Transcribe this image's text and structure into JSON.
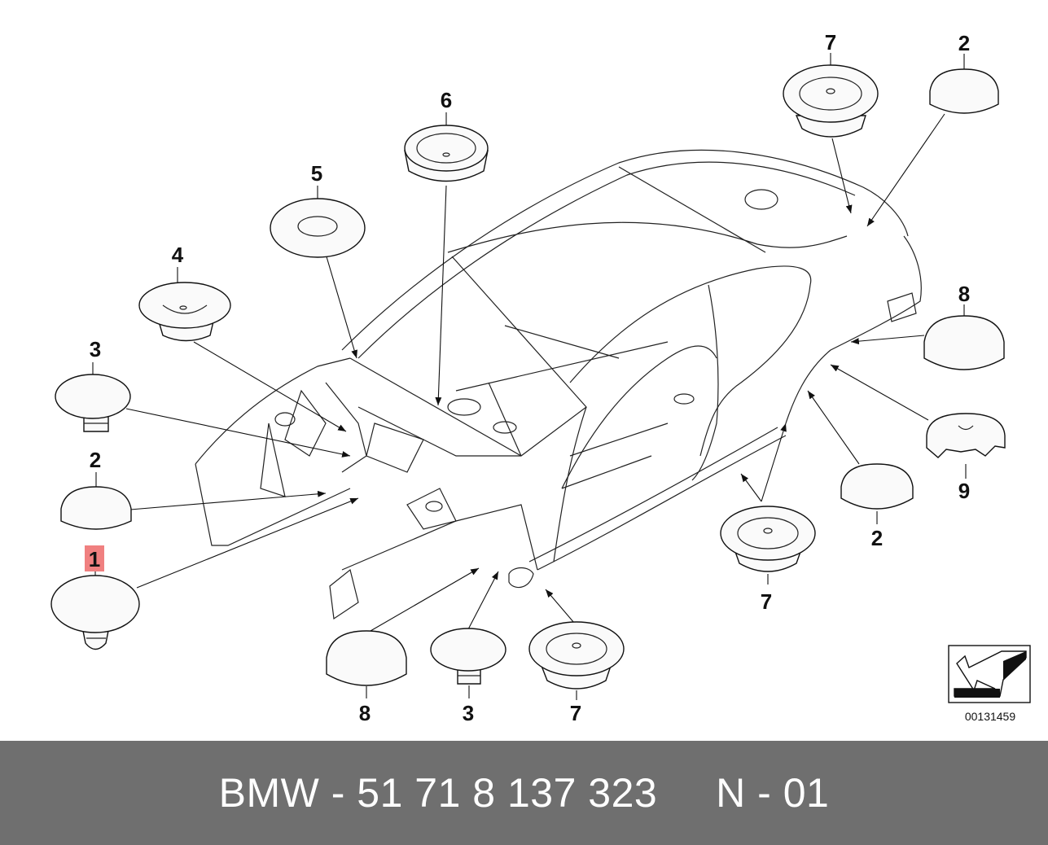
{
  "diagram": {
    "callouts": {
      "c1": "1",
      "c2a": "2",
      "c2b": "2",
      "c2c": "2",
      "c3a": "3",
      "c3b": "3",
      "c4": "4",
      "c5": "5",
      "c6": "6",
      "c7a": "7",
      "c7b": "7",
      "c7c": "7",
      "c8a": "8",
      "c8b": "8",
      "c9": "9"
    },
    "highlight_color": "#f08080",
    "reference_code": "00131459"
  },
  "footer": {
    "text": "BMW - 51 71 8 137 323     N - 01",
    "background": "#6f6f6f"
  }
}
